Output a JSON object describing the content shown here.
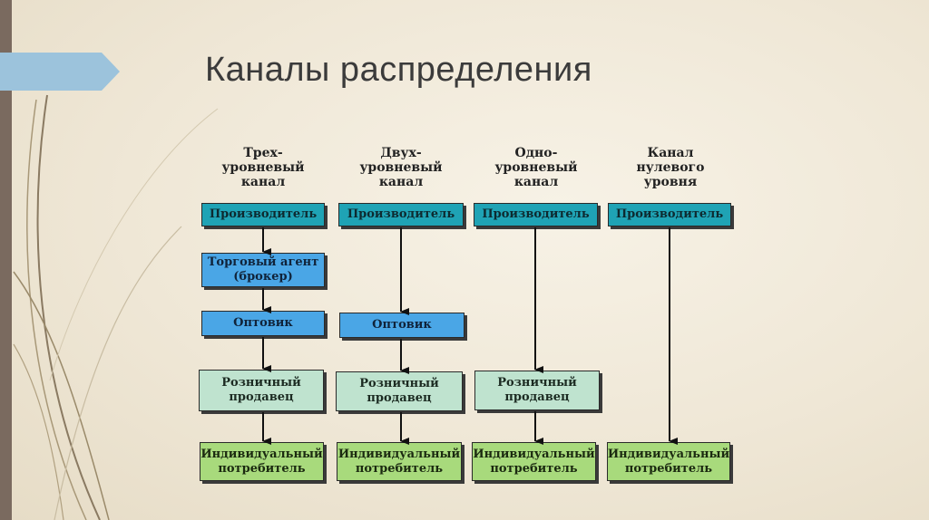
{
  "title": "Каналы распределения",
  "columns": [
    {
      "header": "Трех-\nуровневый\nканал",
      "boxes": [
        "Производитель",
        "Торговый агент\n(брокер)",
        "Оптовик",
        "Розничный\nпродавец",
        "Индивидуальный\nпотребитель"
      ]
    },
    {
      "header": "Двух-\nуровневый\nканал",
      "boxes": [
        "Производитель",
        "Оптовик",
        "Розничный\nпродавец",
        "Индивидуальный\nпотребитель"
      ]
    },
    {
      "header": "Одно-\nуровневый\nканал",
      "boxes": [
        "Производитель",
        "Розничный\nпродавец",
        "Индивидуальный\nпотребитель"
      ]
    },
    {
      "header": "Канал\nнулевого\nуровня",
      "boxes": [
        "Производитель",
        "Индивидуальный\nпотребитель"
      ]
    }
  ],
  "colors": {
    "producer": "#1fa3b5",
    "agent_wholesaler": "#4aa6e6",
    "retailer": "#bfe3cf",
    "consumer": "#a8da7c",
    "accent_tab": "#9cc3dc"
  }
}
